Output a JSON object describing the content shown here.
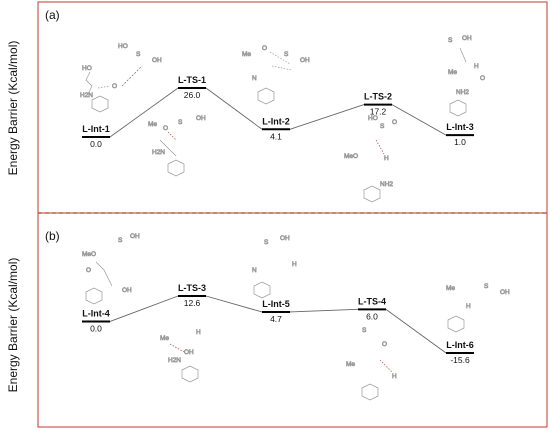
{
  "chart_data": [
    {
      "type": "line",
      "panel_label": "(a)",
      "ylabel": "Energy Barrier (Kcal/mol)",
      "levels": [
        {
          "name": "L-Int-1",
          "value": 0.0,
          "value_label": "0.0"
        },
        {
          "name": "L-TS-1",
          "value": 26.0,
          "value_label": "26.0"
        },
        {
          "name": "L-Int-2",
          "value": 4.1,
          "value_label": "4.1"
        },
        {
          "name": "L-TS-2",
          "value": 17.2,
          "value_label": "17.2"
        },
        {
          "name": "L-Int-3",
          "value": 1.0,
          "value_label": "1.0"
        }
      ]
    },
    {
      "type": "line",
      "panel_label": "(b)",
      "ylabel": "Energy Barrier (Kcal/mol)",
      "levels": [
        {
          "name": "L-Int-4",
          "value": 0.0,
          "value_label": "0.0"
        },
        {
          "name": "L-TS-3",
          "value": 12.6,
          "value_label": "12.6"
        },
        {
          "name": "L-Int-5",
          "value": 4.7,
          "value_label": "4.7"
        },
        {
          "name": "L-TS-4",
          "value": 6.0,
          "value_label": "6.0"
        },
        {
          "name": "L-Int-6",
          "value": -15.6,
          "value_label": "-15.6"
        }
      ]
    }
  ],
  "molecule_atom_labels": [
    "O",
    "H",
    "S",
    "N",
    "Me",
    "OH",
    "NH2",
    "H2N",
    "HO",
    "MeO"
  ],
  "colors": {
    "frame": "#c0392b",
    "divider": "#a04020",
    "line": "#666666",
    "level": "#000000",
    "text": "#111111",
    "hbond": "#c0392b"
  }
}
